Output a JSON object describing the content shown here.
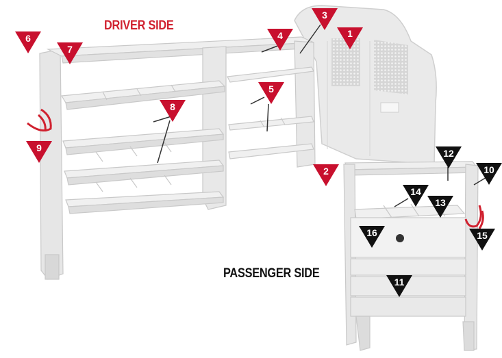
{
  "labels": {
    "driver_side": "DRIVER SIDE",
    "passenger_side": "PASSENGER SIDE"
  },
  "colors": {
    "red_marker": "#c8102e",
    "black_marker": "#111111",
    "driver_label": "#d0212f",
    "shelving": "#ececec"
  },
  "markers": {
    "m1": "1",
    "m2": "2",
    "m3": "3",
    "m4": "4",
    "m5": "5",
    "m6": "6",
    "m7": "7",
    "m8": "8",
    "m9": "9",
    "m10": "10",
    "m11": "11",
    "m12": "12",
    "m13": "13",
    "m14": "14",
    "m15": "15",
    "m16": "16"
  }
}
